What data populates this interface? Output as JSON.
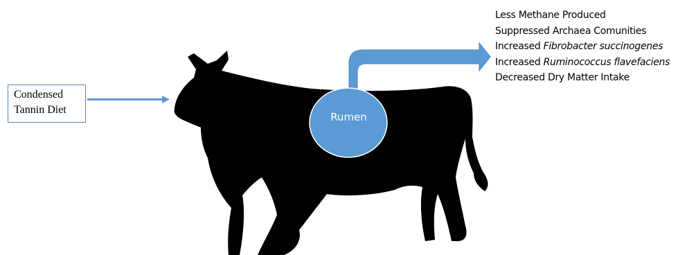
{
  "input": {
    "line1": "Condensed",
    "line2": "Tannin Diet"
  },
  "organ": {
    "label": "Rumen"
  },
  "effects": [
    {
      "prefix": "Less Methane Produced",
      "emphasis": ""
    },
    {
      "prefix": "Suppressed Archaea Comunities",
      "emphasis": ""
    },
    {
      "prefix": "Increased ",
      "emphasis": "Fibrobacter succinogenes"
    },
    {
      "prefix": "Increased ",
      "emphasis": "Ruminococcus flavefaciens"
    },
    {
      "prefix": "Decreased Dry Matter Intake",
      "emphasis": ""
    }
  ],
  "colors": {
    "silhouette": "#000000",
    "rumen_fill": "#5b9bd5",
    "arrow": "#5b9bd5",
    "box_border": "#5b86b4"
  },
  "icons": {
    "animal": "cow-silhouette-icon"
  }
}
